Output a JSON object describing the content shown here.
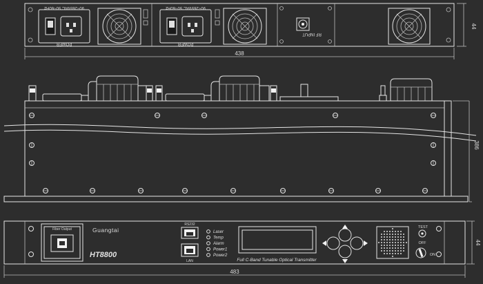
{
  "rear_view": {
    "psu1_rating": "90~265VAC  50~60Hz",
    "psu1_label": "POWER",
    "psu2_rating": "90~265VAC  50~60Hz",
    "psu2_label": "POWER",
    "rf_input_label": "RF INPUT",
    "width_dim": "438",
    "height_dim": "44"
  },
  "side_view": {
    "depth_dim": "386"
  },
  "front_view": {
    "fiber_output_label": "Fiber Output",
    "brand": "Guangtai",
    "model": "HT8800",
    "rs232_label": "RS232",
    "lan_label": "LAN",
    "leds": [
      "Laser",
      "Temp",
      "Alarm",
      "Power1",
      "Power2"
    ],
    "product_name": "Full C-Band Tunable Optical Transmitter",
    "test_label": "TEST",
    "off_label": "OFF",
    "on_label": "ON",
    "width_dim": "483",
    "height_dim": "44"
  }
}
